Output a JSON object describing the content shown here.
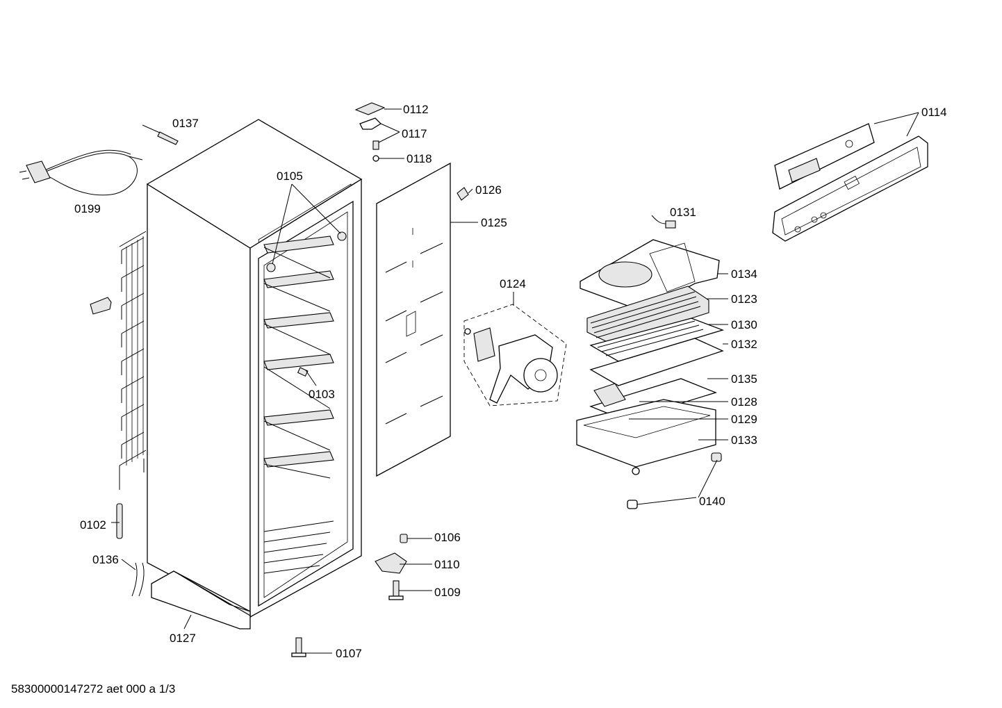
{
  "footer": {
    "document_code": "58300000147272 aet 000 a 1/3"
  },
  "callouts": {
    "c0112": "0112",
    "c0117": "0117",
    "c0118": "0118",
    "c0137": "0137",
    "c0199": "0199",
    "c0105": "0105",
    "c0126": "0126",
    "c0125": "0125",
    "c0114": "0114",
    "c0131": "0131",
    "c0124": "0124",
    "c0134": "0134",
    "c0123": "0123",
    "c0130": "0130",
    "c0132": "0132",
    "c0135": "0135",
    "c0128": "0128",
    "c0129": "0129",
    "c0133": "0133",
    "c0140": "0140",
    "c0103": "0103",
    "c0102": "0102",
    "c0136": "0136",
    "c0106": "0106",
    "c0110": "0110",
    "c0109": "0109",
    "c0127": "0127",
    "c0107": "0107"
  }
}
